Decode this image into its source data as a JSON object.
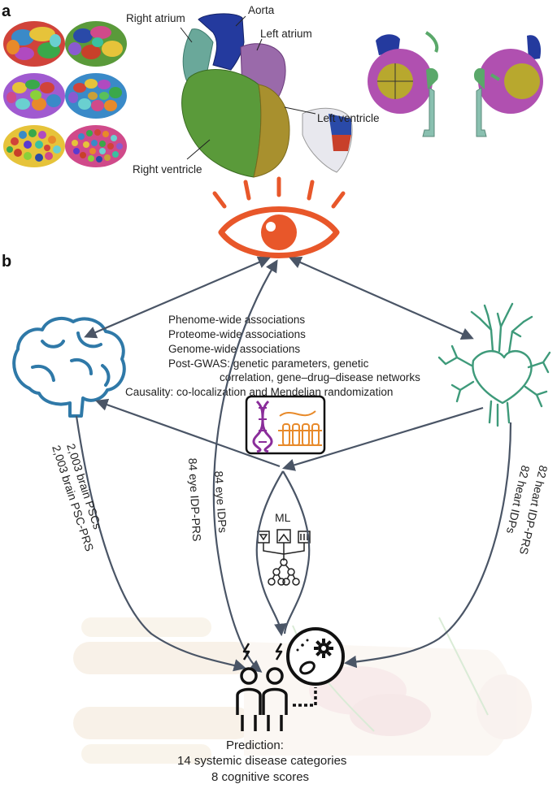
{
  "panels": {
    "a": "a",
    "b": "b"
  },
  "heart_labels": {
    "right_atrium": "Right atrium",
    "aorta": "Aorta",
    "left_atrium": "Left atrium",
    "left_ventricle": "Left ventricle",
    "right_ventricle": "Right ventricle"
  },
  "associations": [
    "Phenome-wide associations",
    "Proteome-wide associations",
    "Genome-wide associations",
    "Post-GWAS: genetic parameters, genetic",
    "correlation, gene–drug–disease networks",
    "Causality: co-localization and Mendelian randomization"
  ],
  "brain_labels": {
    "pscs": "2,003 brain PSCs",
    "prs": "2,003 brain PSC-PRS"
  },
  "eye_labels": {
    "prs": "84 eye IDP-PRS",
    "idps": "84 eye IDPs"
  },
  "heart_idp_labels": {
    "idps": "82 heart IDPs",
    "prs": "82 heart IDP-PRS"
  },
  "ml_label": "ML",
  "prediction": {
    "title": "Prediction:",
    "line1": "14 systemic disease categories",
    "line2": "8 cognitive scores"
  },
  "colors": {
    "eye_orange": "#e8572a",
    "brain_blue": "#2f79a8",
    "heart_green": "#3e9a7a",
    "dna_purple": "#8a2d9a",
    "lab_orange": "#e88a2a",
    "arrow_gray": "#4a5566",
    "heart_blue": "#243a9e",
    "heart_purple": "#9a6aaa",
    "heart_teal": "#6aa89a",
    "heart_green_rv": "#5a9a3a",
    "heart_olive": "#a8902e"
  },
  "icons": [
    "brain-icon",
    "eye-icon",
    "heart-vessels-icon",
    "dna-lab-icon",
    "ml-network-icon",
    "people-icon",
    "pathogen-icon",
    "body-silhouette"
  ]
}
